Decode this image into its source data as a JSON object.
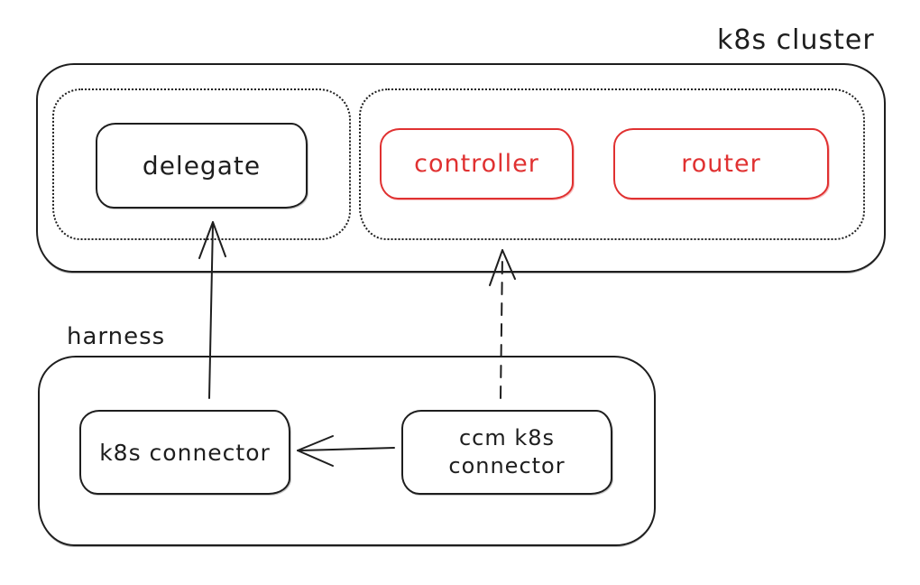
{
  "colors": {
    "stroke": "#1e1e1e",
    "red": "#e03131",
    "bg": "#ffffff"
  },
  "diagram": {
    "type": "hand-drawn architecture diagram",
    "k8s_cluster": {
      "label": "k8s cluster"
    },
    "harness": {
      "label": "harness"
    },
    "nodes": {
      "delegate": {
        "label": "delegate",
        "color": "#1e1e1e",
        "group": "k8s cluster / dotted namespace (left)"
      },
      "controller": {
        "label": "controller",
        "color": "#e03131",
        "group": "k8s cluster / dotted namespace (right)"
      },
      "router": {
        "label": "router",
        "color": "#e03131",
        "group": "k8s cluster / dotted namespace (right)"
      },
      "k8s_connector": {
        "label": "k8s connector",
        "color": "#1e1e1e",
        "group": "harness"
      },
      "ccm_k8s_connector": {
        "line1": "ccm k8s",
        "line2": "connector",
        "color": "#1e1e1e",
        "group": "harness"
      }
    },
    "edges": [
      {
        "from": "k8s connector",
        "to": "delegate dotted group",
        "style": "solid",
        "direction": "up"
      },
      {
        "from": "ccm k8s connector",
        "to": "controller/router dotted group",
        "style": "dashed",
        "direction": "up"
      },
      {
        "from": "ccm k8s connector",
        "to": "k8s connector",
        "style": "solid",
        "direction": "left"
      }
    ]
  }
}
